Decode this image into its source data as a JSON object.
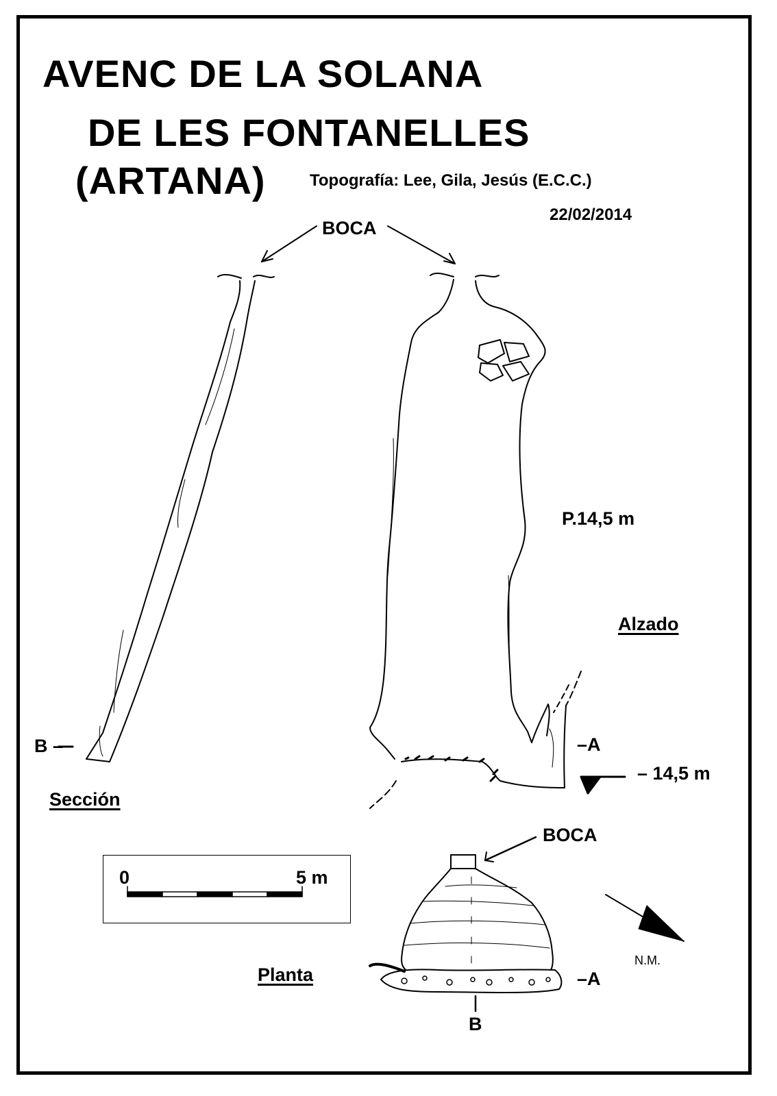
{
  "title": {
    "line1": "AVENC   DE  LA  SOLANA",
    "line2": "DE   LES   FONTANELLES",
    "line3": "(ARTANA)"
  },
  "credits": {
    "topography": "Topografía: Lee, Gila, Jesús  (E.C.C.)",
    "date": "22/02/2014"
  },
  "labels": {
    "boca_top": "BOCA",
    "boca_plan": "BOCA",
    "pit_depth": "P.14,5 m",
    "depth_marker": "– 14,5 m",
    "alzado": "Alzado",
    "seccion": "Sección",
    "planta": "Planta",
    "section_a": "–A",
    "section_a_plan": "–A",
    "section_b": "B –",
    "section_b_plan": "B",
    "north": "N.M."
  },
  "scale": {
    "start": "0",
    "end": "5 m"
  },
  "colors": {
    "ink": "#000000",
    "paper": "#ffffff"
  }
}
